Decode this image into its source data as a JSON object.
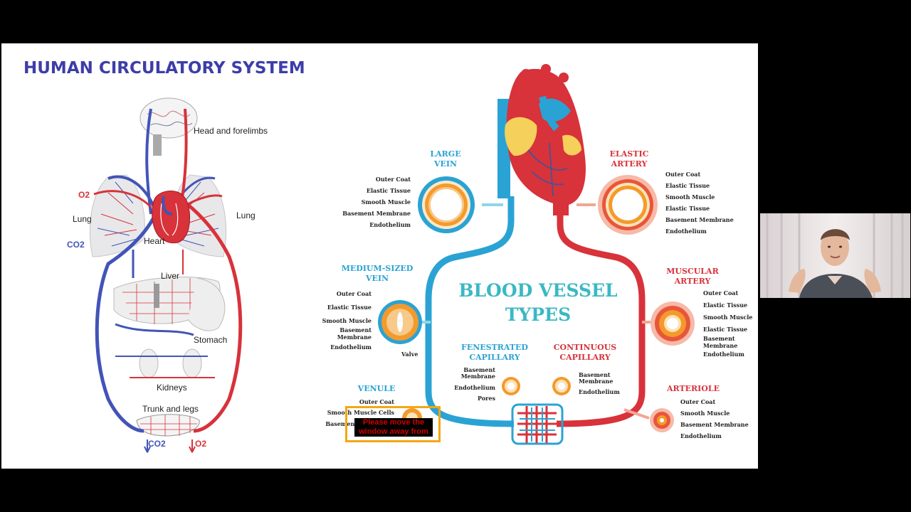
{
  "slide": {
    "title": "HUMAN CIRCULATORY SYSTEM",
    "anatomy": {
      "labels": {
        "head": "Head and forelimbs",
        "lung_left": "Lung",
        "lung_right": "Lung",
        "heart": "Heart",
        "liver": "Liver",
        "stomach": "Stomach",
        "kidneys": "Kidneys",
        "trunk": "Trunk and legs",
        "o2_top": "O2",
        "co2_left": "CO2",
        "co2_bottom": "CO2",
        "o2_bottom": "O2"
      }
    },
    "vessels": {
      "center_title_line1": "BLOOD VESSEL",
      "center_title_line2": "TYPES",
      "large_vein": {
        "title1": "LARGE",
        "title2": "VEIN",
        "layers": [
          "Outer Coat",
          "Elastic Tissue",
          "Smooth Muscle",
          "Basement Membrane",
          "Endothelium"
        ]
      },
      "elastic_artery": {
        "title1": "ELASTIC",
        "title2": "ARTERY",
        "layers": [
          "Outer Coat",
          "Elastic Tissue",
          "Smooth Muscle",
          "Elastic Tissue",
          "Basement Membrane",
          "Endothelium"
        ]
      },
      "medium_vein": {
        "title1": "MEDIUM-SIZED",
        "title2": "VEIN",
        "layers": [
          "Outer Coat",
          "Elastic Tissue",
          "Smooth Muscle",
          "Basement",
          "Membrane",
          "Endothelium"
        ],
        "valve": "Valve"
      },
      "muscular_artery": {
        "title1": "MUSCULAR",
        "title2": "ARTERY",
        "layers": [
          "Outer Coat",
          "Elastic Tissue",
          "Smooth Muscle",
          "Elastic Tissue",
          "Basement",
          "Membrane",
          "Endothelium"
        ]
      },
      "fenestrated": {
        "title1": "FENESTRATED",
        "title2": "CAPILLARY",
        "layers": [
          "Basement",
          "Membrane",
          "Endothelium",
          "Pores"
        ]
      },
      "continuous": {
        "title1": "CONTINUOUS",
        "title2": "CAPILLARY",
        "layers": [
          "Basement",
          "Membrane",
          "Endothelium"
        ]
      },
      "venule": {
        "title": "VENULE",
        "layers": [
          "Outer Coat",
          "Smooth Muscle Cells",
          "Basement"
        ]
      },
      "arteriole": {
        "title": "ARTERIOLE",
        "layers": [
          "Outer Coat",
          "Smooth Muscle",
          "Basement Membrane",
          "Endothelium"
        ]
      }
    }
  },
  "overlay": {
    "warning_line1": "Please move the",
    "warning_line2": "window away from"
  },
  "colors": {
    "title": "#3d3ea8",
    "artery": "#d8323a",
    "vein": "#2aa3d4",
    "vessel_title": "#3bb8c4",
    "warning_border": "#f3a713"
  }
}
